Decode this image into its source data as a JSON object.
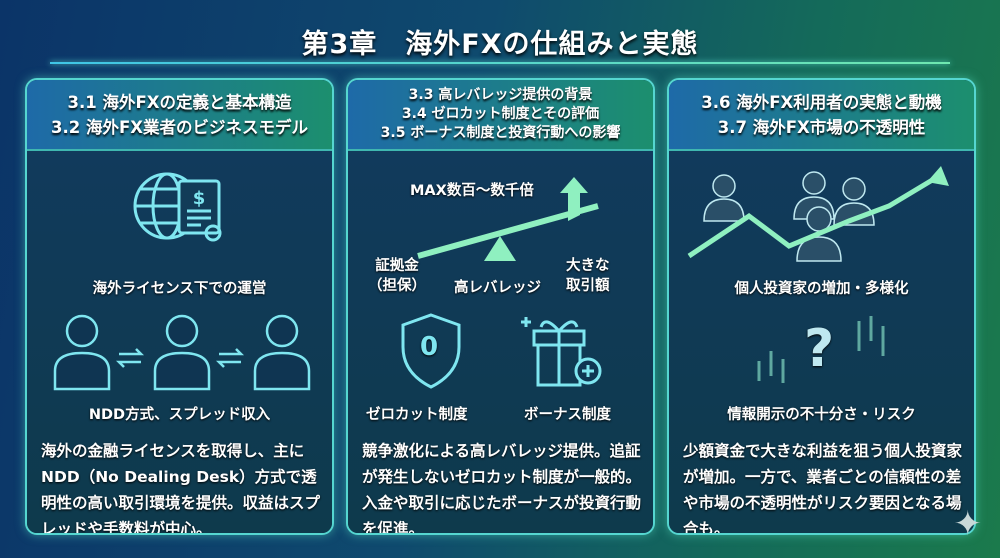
{
  "title": "第3章　海外FXの仕組みと実態",
  "panels": [
    {
      "heading": [
        "3.1 海外FXの定義と基本構造",
        "3.2 海外FX業者のビジネスモデル"
      ],
      "license_label": "海外ライセンス下での運営",
      "ndd_label": "NDD方式、スプレッド収入",
      "description": "海外の金融ライセンスを取得し、主にNDD（No Dealing Desk）方式で透明性の高い取引環境を提供。収益はスプレッドや手数料が中心。"
    },
    {
      "heading": [
        "3.3 高レバレッジ提供の背景",
        "3.4 ゼロカット制度とその評価",
        "3.5 ボーナス制度と投資行動への影響"
      ],
      "max_label": "MAX数百〜数千倍",
      "margin_label": "証拠金\n（担保）",
      "leverage_label": "高レバレッジ",
      "large_label": "大きな\n取引額",
      "zero_digit": "0",
      "zerocut_label": "ゼロカット制度",
      "bonus_label": "ボーナス制度",
      "description": "競争激化による高レバレッジ提供。追証が発生しないゼロカット制度が一般的。入金や取引に応じたボーナスが投資行動を促進。"
    },
    {
      "heading": [
        "3.6 海外FX利用者の実態と動機",
        "3.7 海外FX市場の不透明性"
      ],
      "growth_label": "個人投資家の増加・多様化",
      "question_mark": "?",
      "risk_label": "情報開示の不十分さ・リスク",
      "description": "少額資金で大きな利益を狙う個人投資家が増加。一方で、業者ごとの信頼性の差や市場の不透明性がリスク要因となる場合も。"
    }
  ],
  "colors": {
    "accent": "#5fe0d0",
    "glow": "#6fe8b0"
  }
}
